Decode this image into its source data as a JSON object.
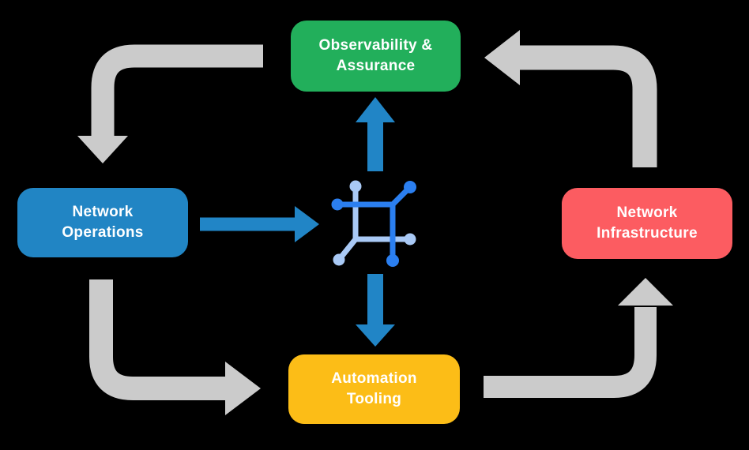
{
  "nodes": {
    "observability": {
      "line1": "Observability &",
      "line2": "Assurance",
      "color": "#22AF5B"
    },
    "operations": {
      "line1": "Network",
      "line2": "Operations",
      "color": "#2185C4"
    },
    "infrastructure": {
      "line1": "Network",
      "line2": "Infrastructure",
      "color": "#FC5C61"
    },
    "automation": {
      "line1": "Automation",
      "line2": "Tooling",
      "color": "#FCBD17"
    }
  },
  "colors": {
    "background": "#000000",
    "text": "#FFFFFF",
    "gray_arrow": "#CBCBCB",
    "blue_arrow": "#2185C6",
    "icon_dark_blue": "#2B7FF0",
    "icon_light_blue": "#A9C9F5"
  },
  "icons": {
    "center": "network-mesh-icon"
  },
  "arrows": {
    "cycle": [
      {
        "name": "observability-to-operations",
        "style": "gray-elbow",
        "path": "left-then-down"
      },
      {
        "name": "operations-to-automation",
        "style": "gray-elbow",
        "path": "down-then-right"
      },
      {
        "name": "automation-to-infrastructure",
        "style": "gray-elbow",
        "path": "right-then-up"
      },
      {
        "name": "infrastructure-to-observability",
        "style": "gray-elbow",
        "path": "up-then-left"
      }
    ],
    "hub": [
      {
        "name": "operations-to-center",
        "style": "blue-straight",
        "direction": "right"
      },
      {
        "name": "center-to-observability",
        "style": "blue-straight",
        "direction": "up"
      },
      {
        "name": "center-to-automation",
        "style": "blue-straight",
        "direction": "down"
      }
    ]
  }
}
